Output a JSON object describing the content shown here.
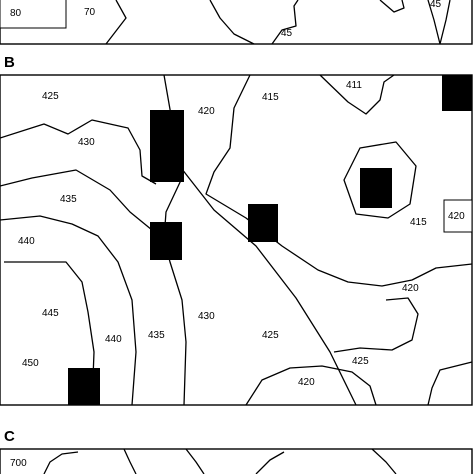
{
  "panel_a": {
    "labels": [
      "80",
      "70",
      "45",
      "45"
    ]
  },
  "panel_b": {
    "panel_letter": "B",
    "labels": [
      "425",
      "420",
      "415",
      "411",
      "430",
      "435",
      "440",
      "415",
      "420",
      "420",
      "445",
      "440",
      "435",
      "430",
      "425",
      "425",
      "450",
      "420"
    ]
  },
  "panel_c": {
    "panel_letter": "C",
    "labels": [
      "700"
    ]
  }
}
